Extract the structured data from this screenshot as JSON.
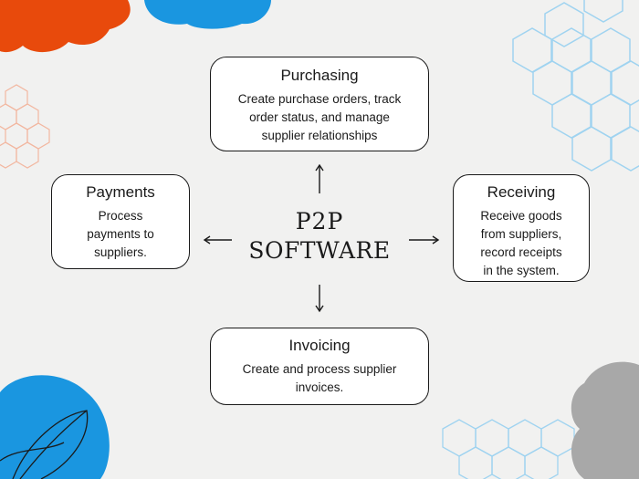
{
  "center": {
    "line1": "P2P",
    "line2": "SOFTWARE"
  },
  "nodes": {
    "purchasing": {
      "title": "Purchasing",
      "lines": [
        "Create purchase orders, track",
        "order status, and manage",
        "supplier relationships"
      ]
    },
    "receiving": {
      "title": "Receiving",
      "lines": [
        "Receive goods",
        "from suppliers,",
        "record receipts",
        "in the system."
      ]
    },
    "payments": {
      "title": "Payments",
      "lines": [
        "Process",
        "payments to",
        "suppliers."
      ]
    },
    "invoicing": {
      "title": "Invoicing",
      "lines": [
        "Create and process supplier",
        "invoices."
      ]
    }
  },
  "colors": {
    "background": "#f1f1f0",
    "orange_blob": "#e84a0c",
    "blue_blob": "#1a96e0",
    "gray_blob": "#a8a8a8",
    "hex_light_blue": "#9fd3f0",
    "hex_peach": "#f2b7a0"
  }
}
